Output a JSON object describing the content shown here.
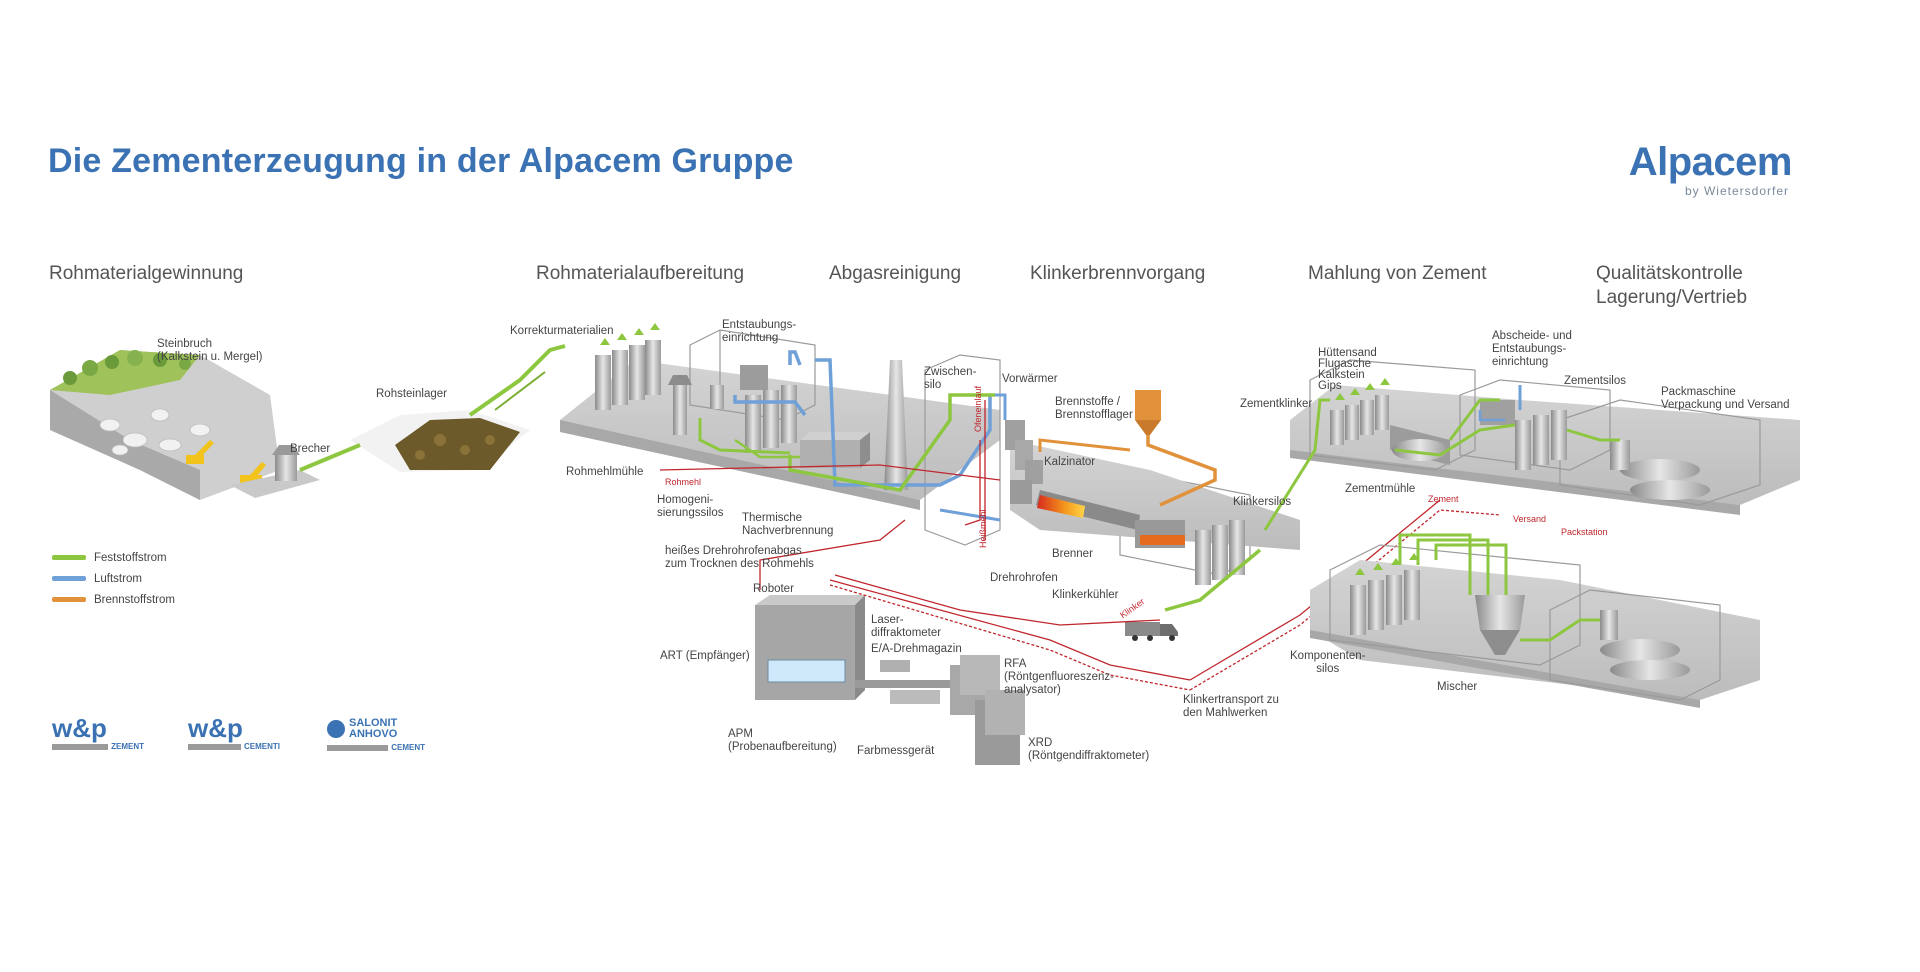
{
  "title": "Die Zementerzeugung in der Alpacem Gruppe",
  "logo": {
    "name": "Alpacem",
    "tagline": "by Wietersdorfer"
  },
  "sections": [
    "Rohmaterialgewinnung",
    "Rohmaterialaufbereitung",
    "Abgasreinigung",
    "Klinkerbrennvorgang",
    "Mahlung von Zement",
    "Qualitätskontrolle\nLagerung/Vertrieb"
  ],
  "legend": [
    {
      "label": "Feststoffstrom",
      "color": "#8dc63f"
    },
    {
      "label": "Luftstrom",
      "color": "#6fa0d8"
    },
    {
      "label": "Brennstoffstrom",
      "color": "#e0913a"
    }
  ],
  "labels": {
    "steinbruch": "Steinbruch\n(Kalkstein u. Mergel)",
    "brecher": "Brecher",
    "rohsteinlager": "Rohsteinlager",
    "korrekturmaterialien": "Korrekturmaterialien",
    "entstaubung": "Entstaubungs-\neinrichtung",
    "rohmehlmuehle": "Rohmehlmühle",
    "homogenisierung": "Homogeni-\nsierungssilos",
    "thermische": "Thermische\nNachverbrennung",
    "heisses": "heißes Drehrohrofenabgas\nzum Trocknen des Rohmehls",
    "zwischensilo": "Zwischen-\nsilo",
    "vorwaermer": "Vorwärmer",
    "brennstoffe": "Brennstoffe /\nBrennstofflager",
    "kalzinator": "Kalzinator",
    "klinkersilos": "Klinkersilos",
    "brenner": "Brenner",
    "drehrohrofen": "Drehrohrofen",
    "klinkerkuehler": "Klinkerkühler",
    "roboter": "Roboter",
    "art": "ART (Empfänger)",
    "laser": "Laser-\ndiffraktometer",
    "ea": "E/A-Drehmagazin",
    "rfa": "RFA\n(Röntgenfluoreszenz-\nanalysator)",
    "apm": "APM\n(Probenaufbereitung)",
    "farbmess": "Farbmessgerät",
    "xrd": "XRD\n(Röntgendiffraktometer)",
    "klinkertransport": "Klinkertransport zu\nden Mahlwerken",
    "zementklinker": "Zementklinker",
    "huettensand": "Hüttensand\nFlugasche\nKalkstein\nGips",
    "abscheide": "Abscheide- und\nEntstaubungs-\neinrichtung",
    "zementsilos": "Zementsilos",
    "packmaschine": "Packmaschine\nVerpackung und Versand",
    "zementmuehle": "Zementmühle",
    "komponentensilos": "Komponenten-\nsilos",
    "mischer": "Mischer"
  },
  "line_labels": {
    "rohmehl": "Rohmehl",
    "ofeneinlauf": "Ofeneinlauf",
    "heissmehl": "Heißmehl",
    "klinker": "Klinker",
    "zement": "Zement",
    "versand": "Versand",
    "packstation": "Packstation"
  },
  "brands": [
    {
      "name": "w&p",
      "sub": "ZEMENT"
    },
    {
      "name": "w&p",
      "sub": "CEMENTI"
    },
    {
      "name": "SALONIT\nANHOVO",
      "sub": "CEMENT"
    }
  ]
}
